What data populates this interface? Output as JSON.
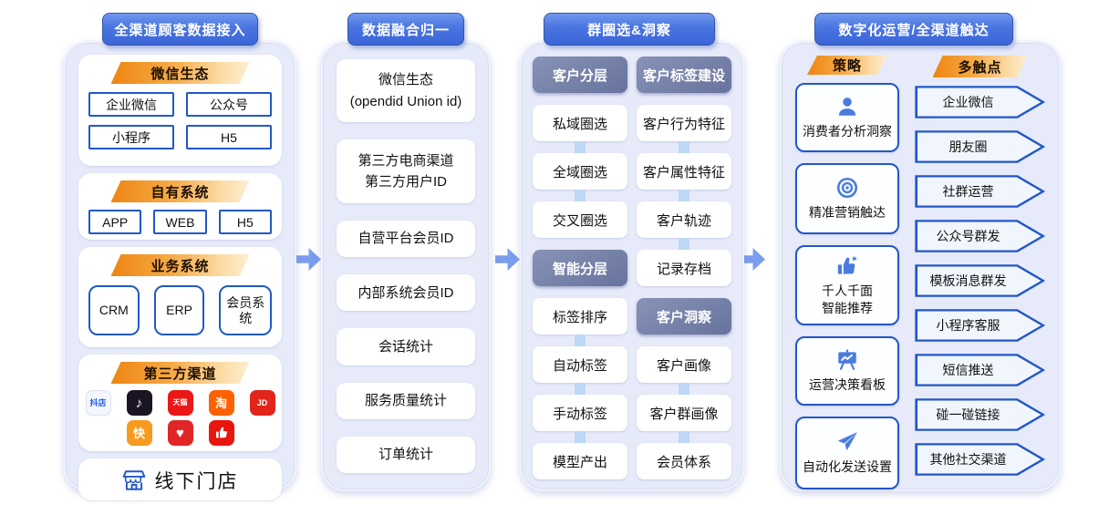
{
  "colors": {
    "header_blue": "#3b66d8",
    "panel_lavender": "#e6eaf9",
    "banner_orange": "#ee8512",
    "box_border_blue": "#2059c5",
    "dark_slate_header": "#67739d",
    "flow_arrow_blue": "#7c9cee",
    "connector_light_blue": "#bcd8f4",
    "strategy_icon_blue": "#4a7be0"
  },
  "col1": {
    "title": "全渠道顾客数据接入",
    "wechat_banner": "微信生态",
    "wechat_items": [
      "企业微信",
      "公众号",
      "小程序",
      "H5"
    ],
    "own_banner": "自有系统",
    "own_items": [
      "APP",
      "WEB",
      "H5"
    ],
    "biz_banner": "业务系统",
    "biz_items": [
      "CRM",
      "ERP",
      "会员系统"
    ],
    "third_banner": "第三方渠道",
    "third_icons": [
      {
        "name": "douyin-store",
        "glyph": "抖店",
        "bg": "#f3f6fb",
        "fg": "#2a5ae0"
      },
      {
        "name": "douyin",
        "glyph": "♪",
        "bg": "#1b1423",
        "fg": "#ffffff"
      },
      {
        "name": "tmall",
        "glyph": "天猫",
        "bg": "#eb1717",
        "fg": "#ffffff"
      },
      {
        "name": "taobao",
        "glyph": "淘",
        "bg": "#ff6000",
        "fg": "#ffffff"
      },
      {
        "name": "jd",
        "glyph": "JD",
        "bg": "#e1251b",
        "fg": "#ffffff"
      },
      {
        "name": "kuaishou",
        "glyph": "快",
        "bg": "#f79a1f",
        "fg": "#ffffff"
      },
      {
        "name": "pinduoduo",
        "glyph": "♥",
        "bg": "#e02626",
        "fg": "#ffffff"
      },
      {
        "name": "thumbs-up-app",
        "glyph": "",
        "bg": "#e8160c",
        "fg": "#ffffff"
      }
    ],
    "offline_label": "线下门店"
  },
  "col2": {
    "title": "数据融合归一",
    "cards": [
      {
        "line1": "微信生态",
        "line2": "(opendid Union id)"
      },
      {
        "line1": "第三方电商渠道",
        "line2": "第三方用户ID"
      },
      {
        "line1": "自营平台会员ID",
        "line2": ""
      },
      {
        "line1": "内部系统会员ID",
        "line2": ""
      },
      {
        "line1": "会话统计",
        "line2": ""
      },
      {
        "line1": "服务质量统计",
        "line2": ""
      },
      {
        "line1": "订单统计",
        "line2": ""
      }
    ]
  },
  "col3": {
    "title": "群圈选&洞察",
    "left": [
      {
        "label": "客户分层",
        "type": "header"
      },
      {
        "label": "私域圈选",
        "type": "box"
      },
      {
        "label": "全域圈选",
        "type": "box"
      },
      {
        "label": "交叉圈选",
        "type": "box"
      },
      {
        "label": "智能分层",
        "type": "header"
      },
      {
        "label": "标签排序",
        "type": "box"
      },
      {
        "label": "自动标签",
        "type": "box"
      },
      {
        "label": "手动标签",
        "type": "box"
      },
      {
        "label": "模型产出",
        "type": "box"
      }
    ],
    "right": [
      {
        "label": "客户标签建设",
        "type": "header"
      },
      {
        "label": "客户行为特征",
        "type": "box"
      },
      {
        "label": "客户属性特征",
        "type": "box"
      },
      {
        "label": "客户轨迹",
        "type": "box"
      },
      {
        "label": "记录存档",
        "type": "box"
      },
      {
        "label": "客户洞察",
        "type": "header"
      },
      {
        "label": "客户画像",
        "type": "box"
      },
      {
        "label": "客户群画像",
        "type": "box"
      },
      {
        "label": "会员体系",
        "type": "box"
      }
    ]
  },
  "col4": {
    "title": "数字化运营/全渠道触达",
    "strategy_banner": "策略",
    "strategy_items": [
      {
        "icon": "user-icon",
        "label": "消费者分析洞察",
        "label2": ""
      },
      {
        "icon": "target-icon",
        "label": "精准营销触达",
        "label2": ""
      },
      {
        "icon": "thumbs-up-icon",
        "label": "千人千面",
        "label2": "智能推荐"
      },
      {
        "icon": "dashboard-icon",
        "label": "运营决策看板",
        "label2": ""
      },
      {
        "icon": "send-icon",
        "label": "自动化发送设置",
        "label2": ""
      }
    ],
    "touch_banner": "多触点",
    "touch_items": [
      "企业微信",
      "朋友圈",
      "社群运营",
      "公众号群发",
      "模板消息群发",
      "小程序客服",
      "短信推送",
      "碰一碰链接",
      "其他社交渠道"
    ]
  }
}
